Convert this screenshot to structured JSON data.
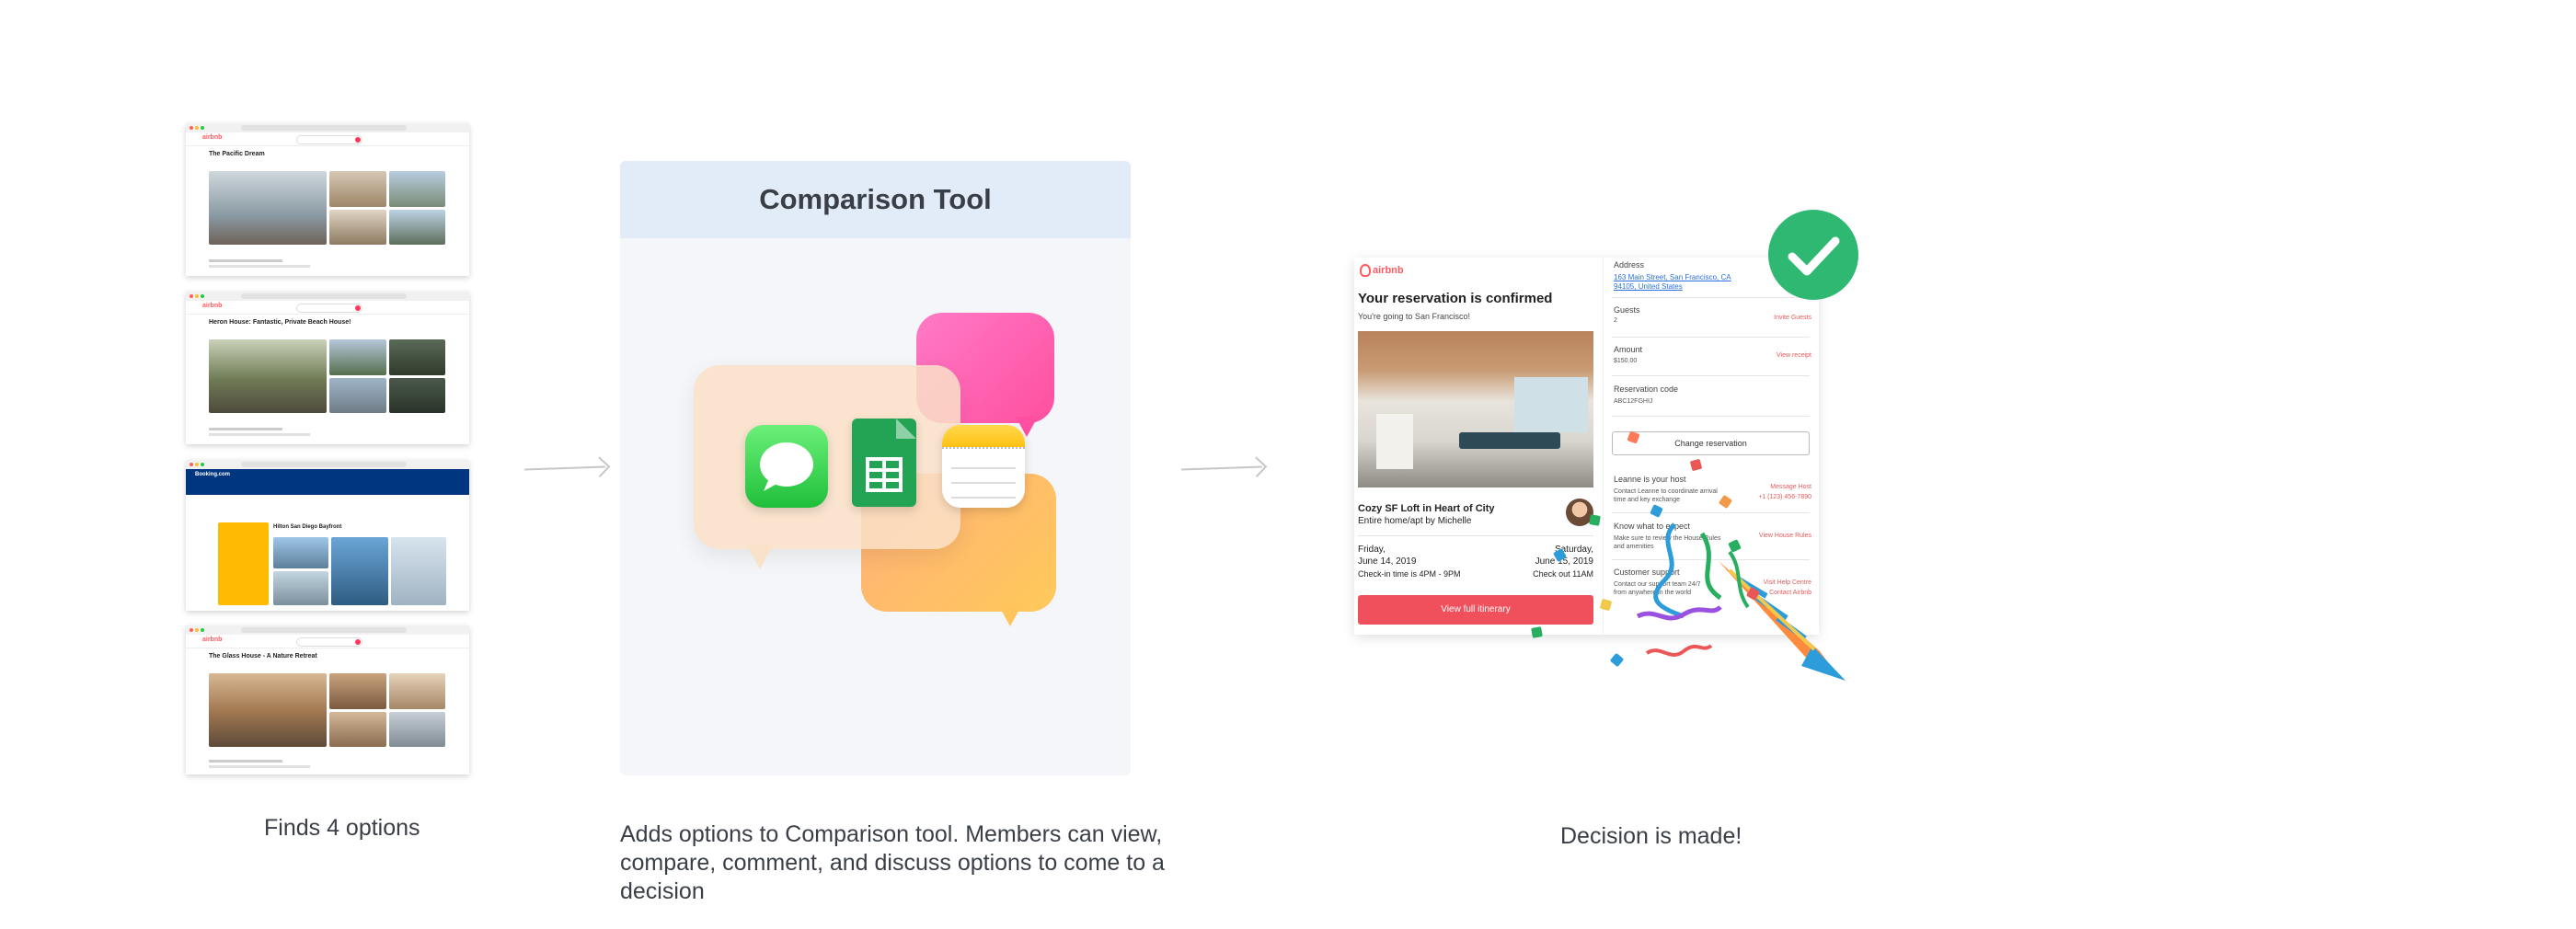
{
  "thumbnails": [
    {
      "logo": "airbnb",
      "title": "The Pacific Dream"
    },
    {
      "logo": "airbnb",
      "title": "Heron House: Fantastic, Private Beach House!"
    },
    {
      "logo": "Booking.com",
      "title": "Hilton San Diego Bayfront"
    },
    {
      "logo": "airbnb",
      "title": "The Glass House - A Nature Retreat"
    }
  ],
  "panel": {
    "title": "Comparison Tool"
  },
  "card": {
    "logo": "airbnb",
    "heading": "Your reservation is confirmed",
    "subheading": "You're going to San Francisco!",
    "listing_title": "Cozy SF Loft in Heart of City",
    "listing_host": "Entire home/apt by Michelle",
    "checkin_day": "Friday,",
    "checkin_date": "June 14, 2019",
    "checkin_time": "Check-in time is 4PM - 9PM",
    "checkout_day": "Saturday,",
    "checkout_date": "June 15, 2019",
    "checkout_time": "Check out 11AM",
    "itinerary_button": "View full itinerary",
    "address_label": "Address",
    "address_line1": "163 Main Street, San Francisco, CA",
    "address_line2": "94105, United States",
    "guests_label": "Guests",
    "guests_value": "2",
    "invite_link": "Invite Guests",
    "amount_label": "Amount",
    "amount_value": "$150.00",
    "receipt_link": "View receipt",
    "code_label": "Reservation code",
    "code_value": "ABC12FGHIJ",
    "change_button": "Change reservation",
    "host_label": "Leanne is your host",
    "host_text1": "Contact Leanne to coordinate arrival",
    "host_text2": "time and key exchange",
    "message_link": "Message Host",
    "phone_link": "+1 (123) 456-7890",
    "expect_label": "Know what to expect",
    "expect_text1": "Make sure to review the House Rules",
    "expect_text2": "and amenities",
    "rules_link": "View House Rules",
    "support_label": "Customer support",
    "support_text1": "Contact our support team 24/7",
    "support_text2": "from anywhere in the world",
    "help_link": "Visit Help Centre",
    "contact_link": "Contact Airbnb"
  },
  "captions": {
    "step1": "Finds 4 options",
    "step2": "Adds options to Comparison tool. Members can view, compare, comment, and discuss options to come to a decision",
    "step3": "Decision is made!"
  },
  "colors": {
    "airbnb_red": "#ff5a5f",
    "check_green": "#2eb872",
    "panel_bg": "#f4f6f9",
    "panel_head": "#e2ecf8",
    "booking_blue": "#003580"
  }
}
